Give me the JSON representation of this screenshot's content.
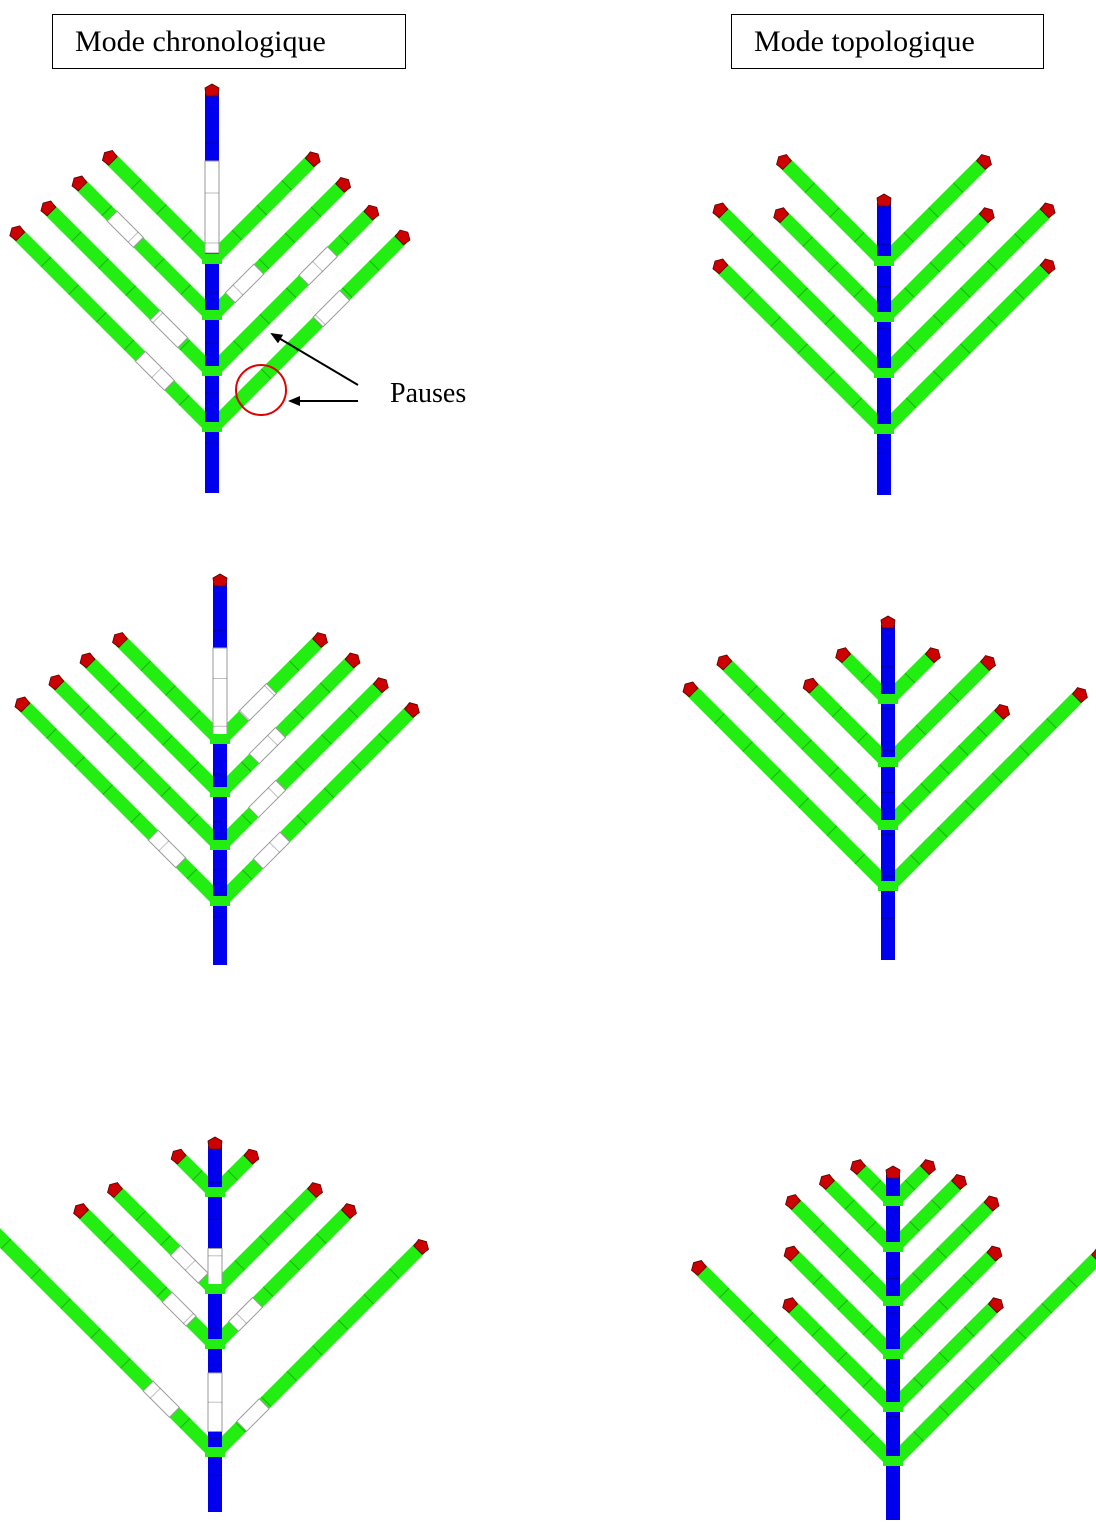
{
  "labels": {
    "chronological_mode": "Mode chronologique",
    "topological_mode": "Mode topologique",
    "pauses": "Pauses"
  },
  "colors": {
    "trunk": "#0000ee",
    "branch": "#22ee11",
    "pause": "#ffffff",
    "apex": "#cc0000",
    "annotation_circle": "#e00000",
    "annotation_arrow": "#000000"
  }
}
